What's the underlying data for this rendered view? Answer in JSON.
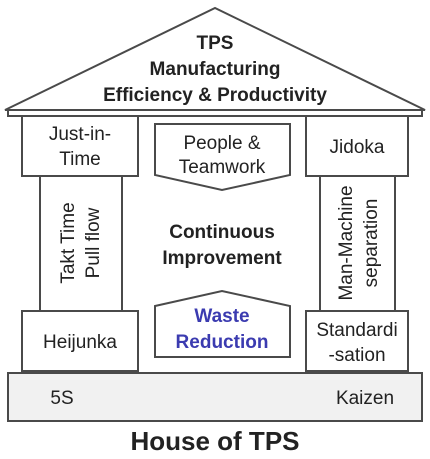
{
  "colors": {
    "stroke": "#4a4a4a",
    "fill_light": "#f1f1f1",
    "text": "#222222",
    "accent_blue": "#3b3bb0"
  },
  "roof": {
    "line1": "TPS",
    "line2": "Manufacturing",
    "line3": "Efficiency & Productivity"
  },
  "left_pillar": {
    "top_line1": "Just-in-",
    "top_line2": "Time",
    "shaft_line1": "Takt Time",
    "shaft_line2": "Pull flow",
    "base": "Heijunka"
  },
  "center": {
    "people_line1": "People &",
    "people_line2": "Teamwork",
    "main_line1": "Continuous",
    "main_line2": "Improvement",
    "waste_line1": "Waste",
    "waste_line2": "Reduction"
  },
  "right_pillar": {
    "top": "Jidoka",
    "shaft_line1": "Man-Machine",
    "shaft_line2": "separation",
    "base_line1": "Standardi",
    "base_line2": "-sation"
  },
  "foundation": {
    "left": "5S",
    "right": "Kaizen"
  },
  "caption": "House of TPS"
}
